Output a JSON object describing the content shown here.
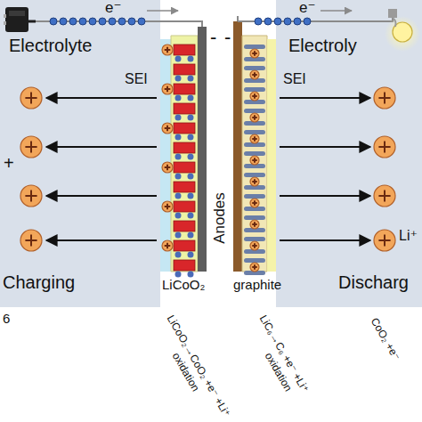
{
  "diagram": {
    "nodes": [
      {
        "text": [
          "Electrolyte",
          "Charging"
        ]
      },
      {
        "text": [
          "Electroly",
          "Discharg"
        ]
      }
    ],
    "labels": [
      "e⁻",
      "SEI",
      "-",
      "+",
      "LiCoO₂",
      "Anodes",
      "-",
      "e⁻",
      "SEI",
      "Li⁺",
      "graphite",
      "6",
      "LiCoO₂→CoO₂ +e⁻ +Li⁺",
      "oxidation",
      "LiC₆→C₆ +e⁻ +Li⁺",
      "oxidation",
      "CoO₂ +e⁻"
    ]
  }
}
